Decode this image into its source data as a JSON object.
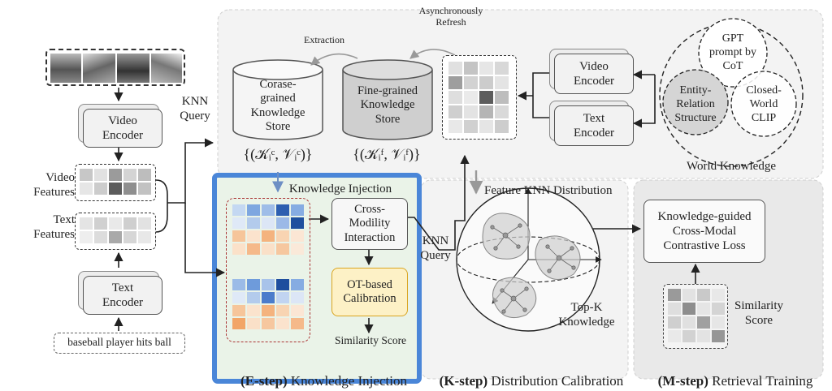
{
  "left": {
    "video_encoder": "Video\nEncoder",
    "text_encoder": "Text\nEncoder",
    "video_features": "Video\nFeatures",
    "text_features": "Text\nFeatures",
    "caption": "baseball player hits ball",
    "knn_query_top": "KNN\nQuery"
  },
  "world": {
    "extraction": "Extraction",
    "async_refresh": "Asynchronously\nRefresh",
    "coarse_store": "Corase-\ngrained\nKnowledge\nStore",
    "fine_store": "Fine-grained\nKnowledge\nStore",
    "coarse_formula": "{(𝒦ᵢᶜ, 𝒱ᵢᶜ)}",
    "fine_formula": "{(𝒦ᵢᶠ, 𝒱ᵢᶠ)}",
    "video_encoder": "Video\nEncoder",
    "text_encoder": "Text\nEncoder",
    "gpt": "GPT\nprompt by\nCoT",
    "entity": "Entity-\nRelation\nStructure",
    "closed": "Closed-\nWorld\nCLIP",
    "world_knowledge": "World Knowledge"
  },
  "estep": {
    "title": "Knowledge Injection",
    "cross": "Cross-\nModility\nInteraction",
    "ot": "OT-based\nCalibration",
    "similarity": "Similarity Score",
    "footer_bold": "(E-step)",
    "footer_text": " Knowledge Injection",
    "knn_query": "KNN\nQuery"
  },
  "kstep": {
    "feature_knn": "Feature KNN Distribution",
    "topk": "Top-K\nKnowledge",
    "footer_bold": "(K-step)",
    "footer_text": " Distribution Calibration"
  },
  "mstep": {
    "loss": "Knowledge-guided\nCross-Modal\nContrastive Loss",
    "similarity": "Similarity\nScore",
    "footer_bold": "(M-step)",
    "footer_text": " Retrieval Training"
  },
  "colors": {
    "estep_border": "#4a86d8",
    "estep_fill": "#eaf3e8",
    "ot_fill": "#fdf1c6",
    "ot_border": "#d9a520",
    "panel": "#f3f3f3"
  }
}
